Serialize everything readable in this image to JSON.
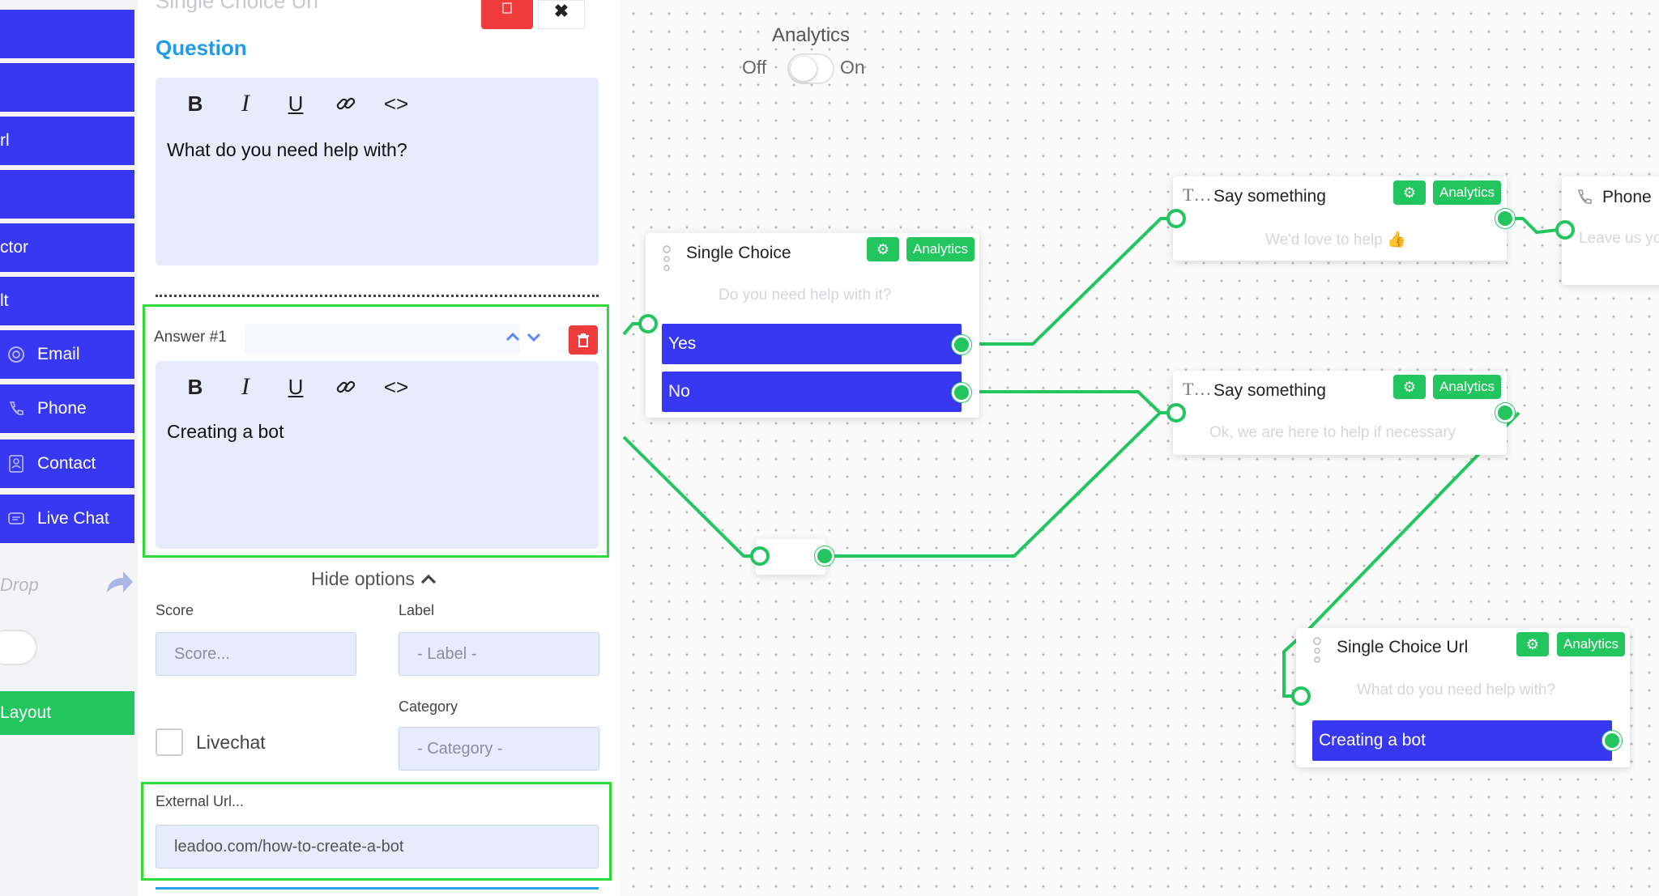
{
  "sidebar": {
    "items": [
      {
        "label": "",
        "icon": ""
      },
      {
        "label": "",
        "icon": ""
      },
      {
        "label": "rl",
        "icon": ""
      },
      {
        "label": "",
        "icon": ""
      },
      {
        "label": "ctor",
        "icon": ""
      },
      {
        "label": "lt",
        "icon": ""
      },
      {
        "label": "Email",
        "icon": "at-icon"
      },
      {
        "label": "Phone",
        "icon": "phone-icon"
      },
      {
        "label": "Contact",
        "icon": "contact-card-icon"
      },
      {
        "label": "Live Chat",
        "icon": "chat-icon"
      }
    ],
    "drop_label": "Drop",
    "layout_button": "Layout"
  },
  "panel": {
    "header_title": "Single Choice Url",
    "question_title": "Question",
    "question_text": "What do you need help with?",
    "toolbar": {
      "bold": "B",
      "italic": "I",
      "underline": "U",
      "code": "<>"
    },
    "answer": {
      "label": "Answer #1",
      "text": "Creating a bot"
    },
    "hide_options": "Hide options",
    "score": {
      "label": "Score",
      "placeholder": "Score..."
    },
    "label_select": {
      "label": "Label",
      "value": "- Label -"
    },
    "category_select": {
      "label": "Category",
      "value": "- Category -"
    },
    "livechat_label": "Livechat",
    "external_url": {
      "label": "External Url...",
      "value": "leadoo.com/how-to-create-a-bot"
    }
  },
  "canvas": {
    "analytics_toggle": {
      "title": "Analytics",
      "off": "Off",
      "on": "On"
    },
    "nodes": {
      "single_choice": {
        "title": "Single Choice",
        "subtitle": "Do you need help with it?",
        "analytics": "Analytics",
        "choices": [
          "Yes",
          "No"
        ]
      },
      "say_1": {
        "title": "Say something",
        "subtitle": "We'd love to help 👍",
        "analytics": "Analytics"
      },
      "say_2": {
        "title": "Say something",
        "subtitle": "Ok, we are here to help if necessary",
        "analytics": "Analytics"
      },
      "phone": {
        "title": "Phone",
        "subtitle": "Leave us yo"
      },
      "single_choice_url": {
        "title": "Single Choice Url",
        "subtitle": "What do you need help with?",
        "analytics": "Analytics",
        "choices": [
          "Creating a bot"
        ]
      }
    }
  },
  "colors": {
    "primary_blue": "#3838f2",
    "accent_green": "#22c55e",
    "highlight_green": "#2fdc3a",
    "danger_red": "#ef3b3b",
    "title_blue": "#1e9bf0",
    "editor_bg": "#e6ecfc"
  }
}
